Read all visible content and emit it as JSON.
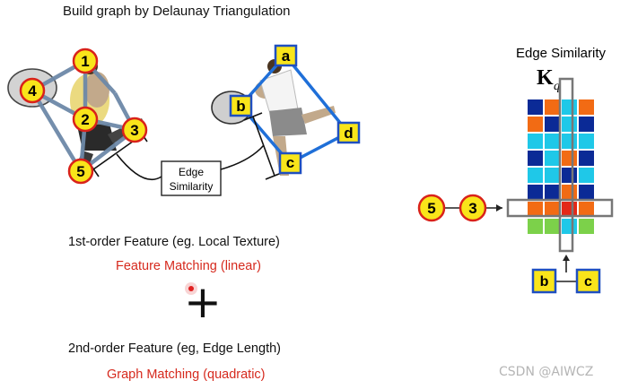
{
  "title": "Build graph by Delaunay Triangulation",
  "edge_similarity_box": {
    "line1": "Edge",
    "line2": "Similarity"
  },
  "matrix": {
    "title": "Edge Similarity",
    "symbol": "K",
    "subscript": "q",
    "colors": {
      "navy": "#0b2a96",
      "orange": "#f26b14",
      "cyan": "#1fc8e8",
      "red": "#e42818",
      "green": "#7cd14a",
      "highlight_border": "#777777"
    },
    "grid": [
      [
        "navy",
        "orange",
        "cyan",
        "orange"
      ],
      [
        "orange",
        "navy",
        "cyan",
        "navy"
      ],
      [
        "cyan",
        "cyan",
        "cyan",
        "cyan"
      ],
      [
        "navy",
        "cyan",
        "orange",
        "navy"
      ],
      [
        "cyan",
        "cyan",
        "navy",
        "cyan"
      ],
      [
        "navy",
        "navy",
        "orange",
        "navy"
      ],
      [
        "orange",
        "orange",
        "red",
        "orange"
      ],
      [
        "green",
        "green",
        "cyan",
        "green"
      ]
    ]
  },
  "nodes_left": [
    "1",
    "2",
    "3",
    "4",
    "5"
  ],
  "nodes_right": [
    "a",
    "b",
    "c",
    "d"
  ],
  "edge_query_left": [
    "5",
    "3"
  ],
  "edge_query_right": [
    "b",
    "c"
  ],
  "features": {
    "first_order": "1st-order Feature (eg. Local Texture)",
    "first_match": "Feature Matching (linear)",
    "plus": "+",
    "second_order": "2nd-order Feature (eg, Edge Length)",
    "second_match": "Graph Matching (quadratic)"
  },
  "watermark": "CSDN @AIWCZ"
}
